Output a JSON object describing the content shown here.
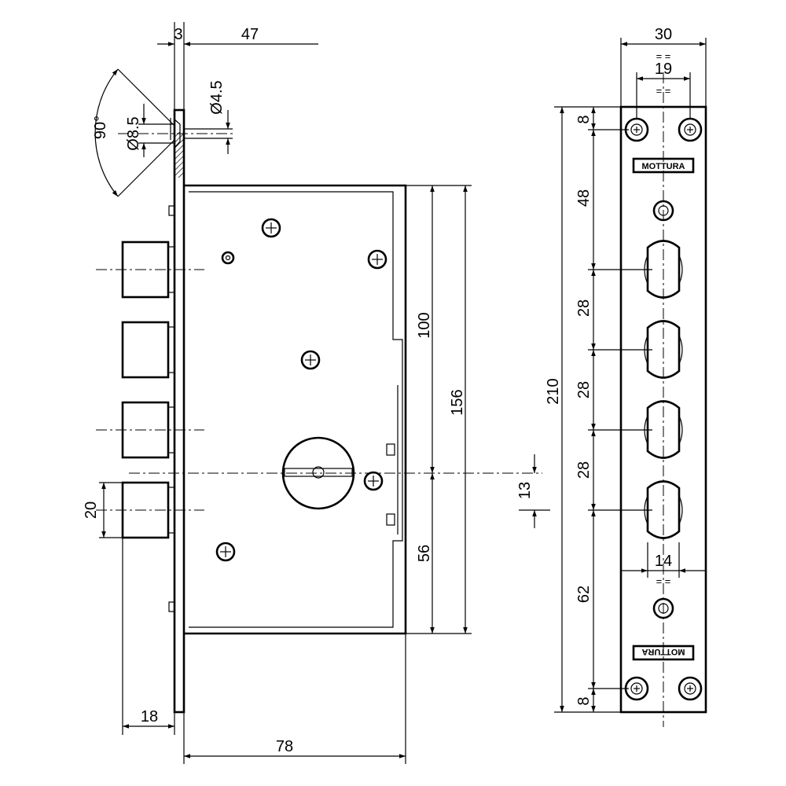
{
  "dimensions": {
    "flange_thickness": "3",
    "backset_to_flange": "47",
    "countersink_dia": "Ø8.5",
    "hole_dia": "Ø4.5",
    "countersink_angle": "90°",
    "height_100": "100",
    "height_156": "156",
    "height_56": "56",
    "offset_13": "13",
    "bolt_20": "20",
    "projection_18": "18",
    "width_78": "78",
    "plate_width_30": "30",
    "hole_spacing_19": "19",
    "total_210": "210",
    "top_8": "8",
    "spacing_48": "48",
    "bolt_pitch_28_a": "28",
    "bolt_pitch_28_b": "28",
    "bolt_pitch_28_c": "28",
    "slot_width_14": "14",
    "spacing_62": "62",
    "bottom_8": "8"
  },
  "equal_marks": "= =",
  "brand_top": "MOTTURA",
  "brand_bottom": "MOTTURA"
}
